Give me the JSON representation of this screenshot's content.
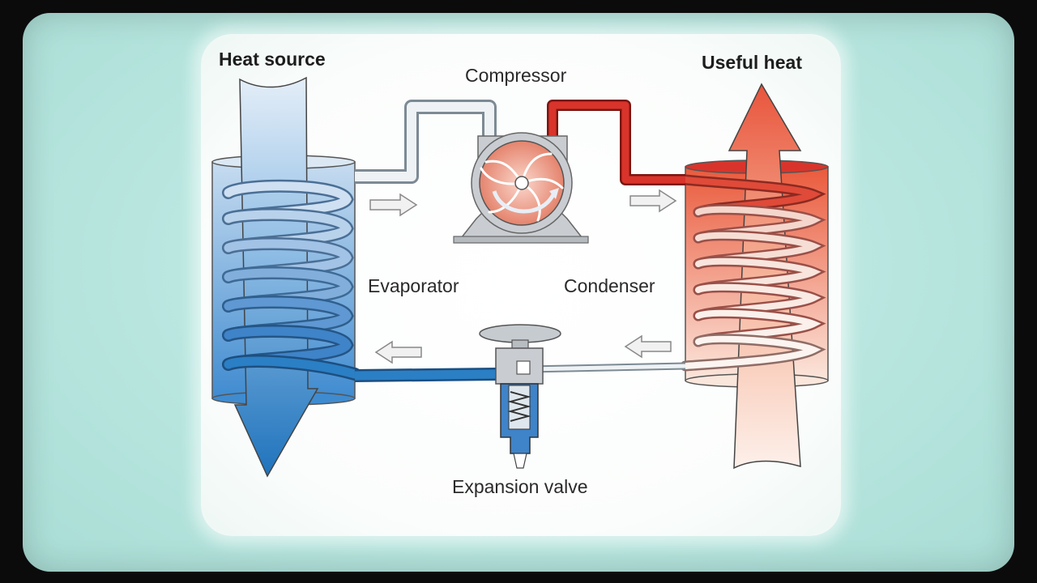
{
  "labels": {
    "heat_source": "Heat source",
    "compressor": "Compressor",
    "useful_heat": "Useful heat",
    "evaporator": "Evaporator",
    "condenser": "Condenser",
    "expansion_valve": "Expansion valve"
  },
  "colors": {
    "frame": "#b8e6df",
    "cold": "#2b7fc4",
    "cold_light": "#a9c9ea",
    "hot": "#d9342b",
    "hot_light": "#f3a488",
    "pipe_white": "#e6ecef"
  }
}
